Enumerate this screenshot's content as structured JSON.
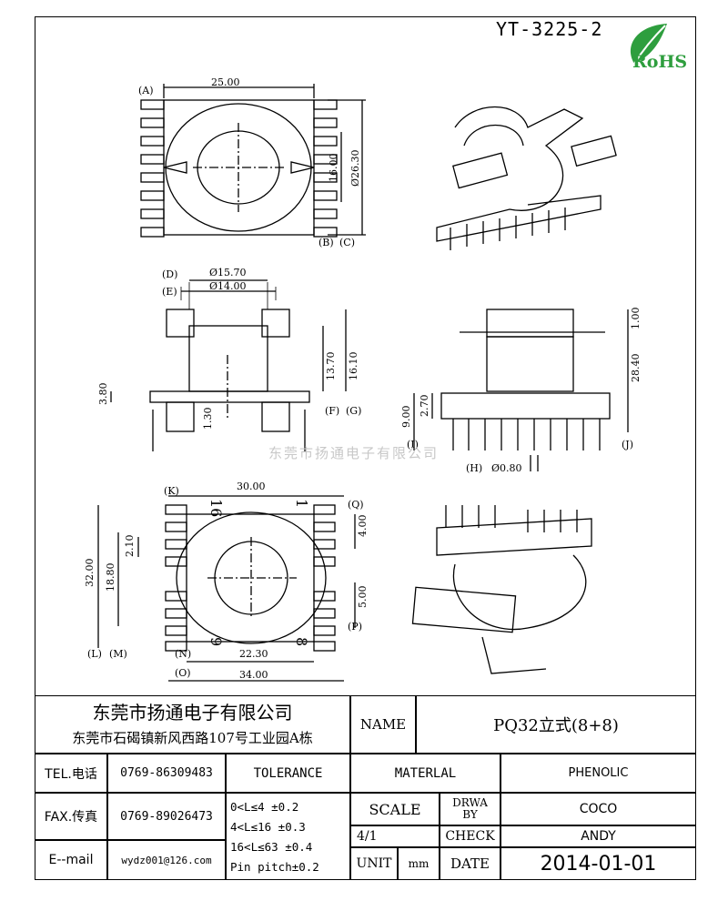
{
  "header": {
    "drawing_code": "YT-3225-2",
    "rohs_label": "RoHS"
  },
  "watermark": "东莞市扬通电子有限公司",
  "top_view": {
    "label_a": "(A)",
    "label_b": "(B)",
    "label_c": "(C)",
    "dim_width": "25.00",
    "dim_height": "16.00",
    "dim_dia": "Ø26.30"
  },
  "side_view": {
    "label_d": "(D)",
    "label_e": "(E)",
    "label_f": "(F)",
    "label_g": "(G)",
    "dim_outer": "Ø15.70",
    "dim_inner": "Ø14.00",
    "dim_h1": "13.70",
    "dim_h2": "16.10",
    "dim_pin": "3.80",
    "dim_base": "1.30"
  },
  "front_view": {
    "dim_top": "1.00",
    "dim_total": "28.40",
    "dim_a": "9.00",
    "dim_b": "2.70",
    "label_h": "(H)",
    "dim_pin_dia": "Ø0.80",
    "label_i": "(I)",
    "label_j": "(J)"
  },
  "bottom_view": {
    "label_k": "(K)",
    "label_l": "(L)",
    "label_m": "(M)",
    "label_n": "(N)",
    "label_o": "(O)",
    "label_p": "(P)",
    "label_q": "(Q)",
    "dim_width": "30.00",
    "dim_inner": "22.30",
    "dim_total": "34.00",
    "dim_height": "32.00",
    "dim_mid": "18.80",
    "dim_small": "2.10",
    "dim_r1": "4.00",
    "dim_r2": "5.00",
    "pin_16": "16",
    "pin_1": "1",
    "pin_9": "9",
    "pin_8": "8"
  },
  "title_block": {
    "company_name": "东莞市扬通电子有限公司",
    "company_address": "东莞市石碣镇新风西路107号工业园A栋",
    "name_label": "NAME",
    "name_value": "PQ32立式(8+8)",
    "tel_label": "TEL.电话",
    "tel_value": "0769-86309483",
    "fax_label": "FAX.传真",
    "fax_value": "0769-89026473",
    "email_label": "E--mail",
    "email_value": "wydz001@126.com",
    "tolerance_label": "TOLERANCE",
    "tol_1": "0<L≤4   ±0.2",
    "tol_2": "4<L≤16  ±0.3",
    "tol_3": "16<L≤63 ±0.4",
    "tol_4": "Pin pitch±0.2",
    "material_label": "MATERLAL",
    "material_value": "PHENOLIC",
    "scale_label": "SCALE",
    "scale_value": "4/1",
    "drwa_label_1": "DRWA",
    "drwa_label_2": "BY",
    "drwa_value": "COCO",
    "check_label": "CHECK",
    "check_value": "ANDY",
    "unit_label": "UNIT",
    "unit_value": "mm",
    "date_label": "DATE",
    "date_value": "2014-01-01"
  }
}
